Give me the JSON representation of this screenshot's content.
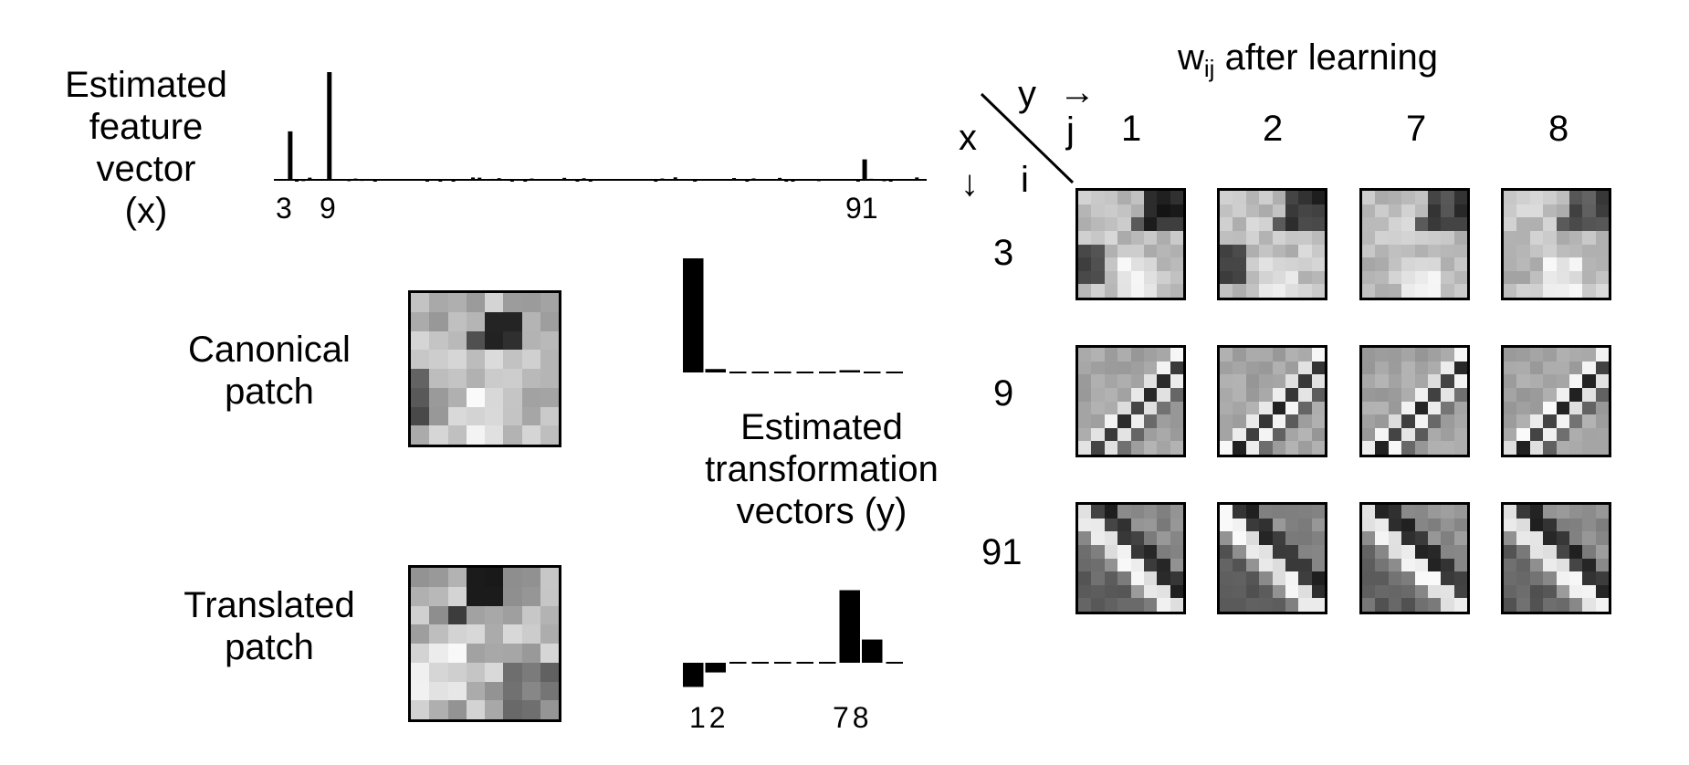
{
  "labels": {
    "feature_vector": [
      "Estimated",
      "feature",
      "vector",
      "(x)"
    ],
    "canonical_patch": [
      "Canonical",
      "patch"
    ],
    "translated_patch": [
      "Translated",
      "patch"
    ],
    "transformation_vectors": [
      "Estimated",
      "transformation",
      "vectors (y)"
    ],
    "weights_title_w": "w",
    "weights_title_sub": "ij",
    "weights_title_rest": " after learning",
    "axis_y": "y",
    "axis_x": "x",
    "axis_j": "j",
    "axis_i": "i",
    "right_arrow": "→",
    "down_arrow": "↓"
  },
  "feature_ticks": [
    "3",
    "9",
    "91"
  ],
  "y_ticks_left": "12",
  "y_ticks_right": "78",
  "weight_columns": [
    "1",
    "2",
    "7",
    "8"
  ],
  "weight_rows": [
    "3",
    "9",
    "91"
  ],
  "feature_vector_bars": {
    "nonzero": [
      {
        "index": 3,
        "value": 0.45
      },
      {
        "index": 9,
        "value": 1.0
      },
      {
        "index": 91,
        "value": 0.19
      }
    ],
    "length": 100
  },
  "canonical_y_bars": [
    1.0,
    0.03,
    0.01,
    0.01,
    0.01,
    0.01,
    0.01,
    0.02,
    0.01,
    0.01
  ],
  "translated_y_bars": [
    -0.25,
    -0.1,
    0.0,
    0.0,
    0.0,
    0.0,
    0.0,
    0.75,
    0.24,
    0.0
  ]
}
